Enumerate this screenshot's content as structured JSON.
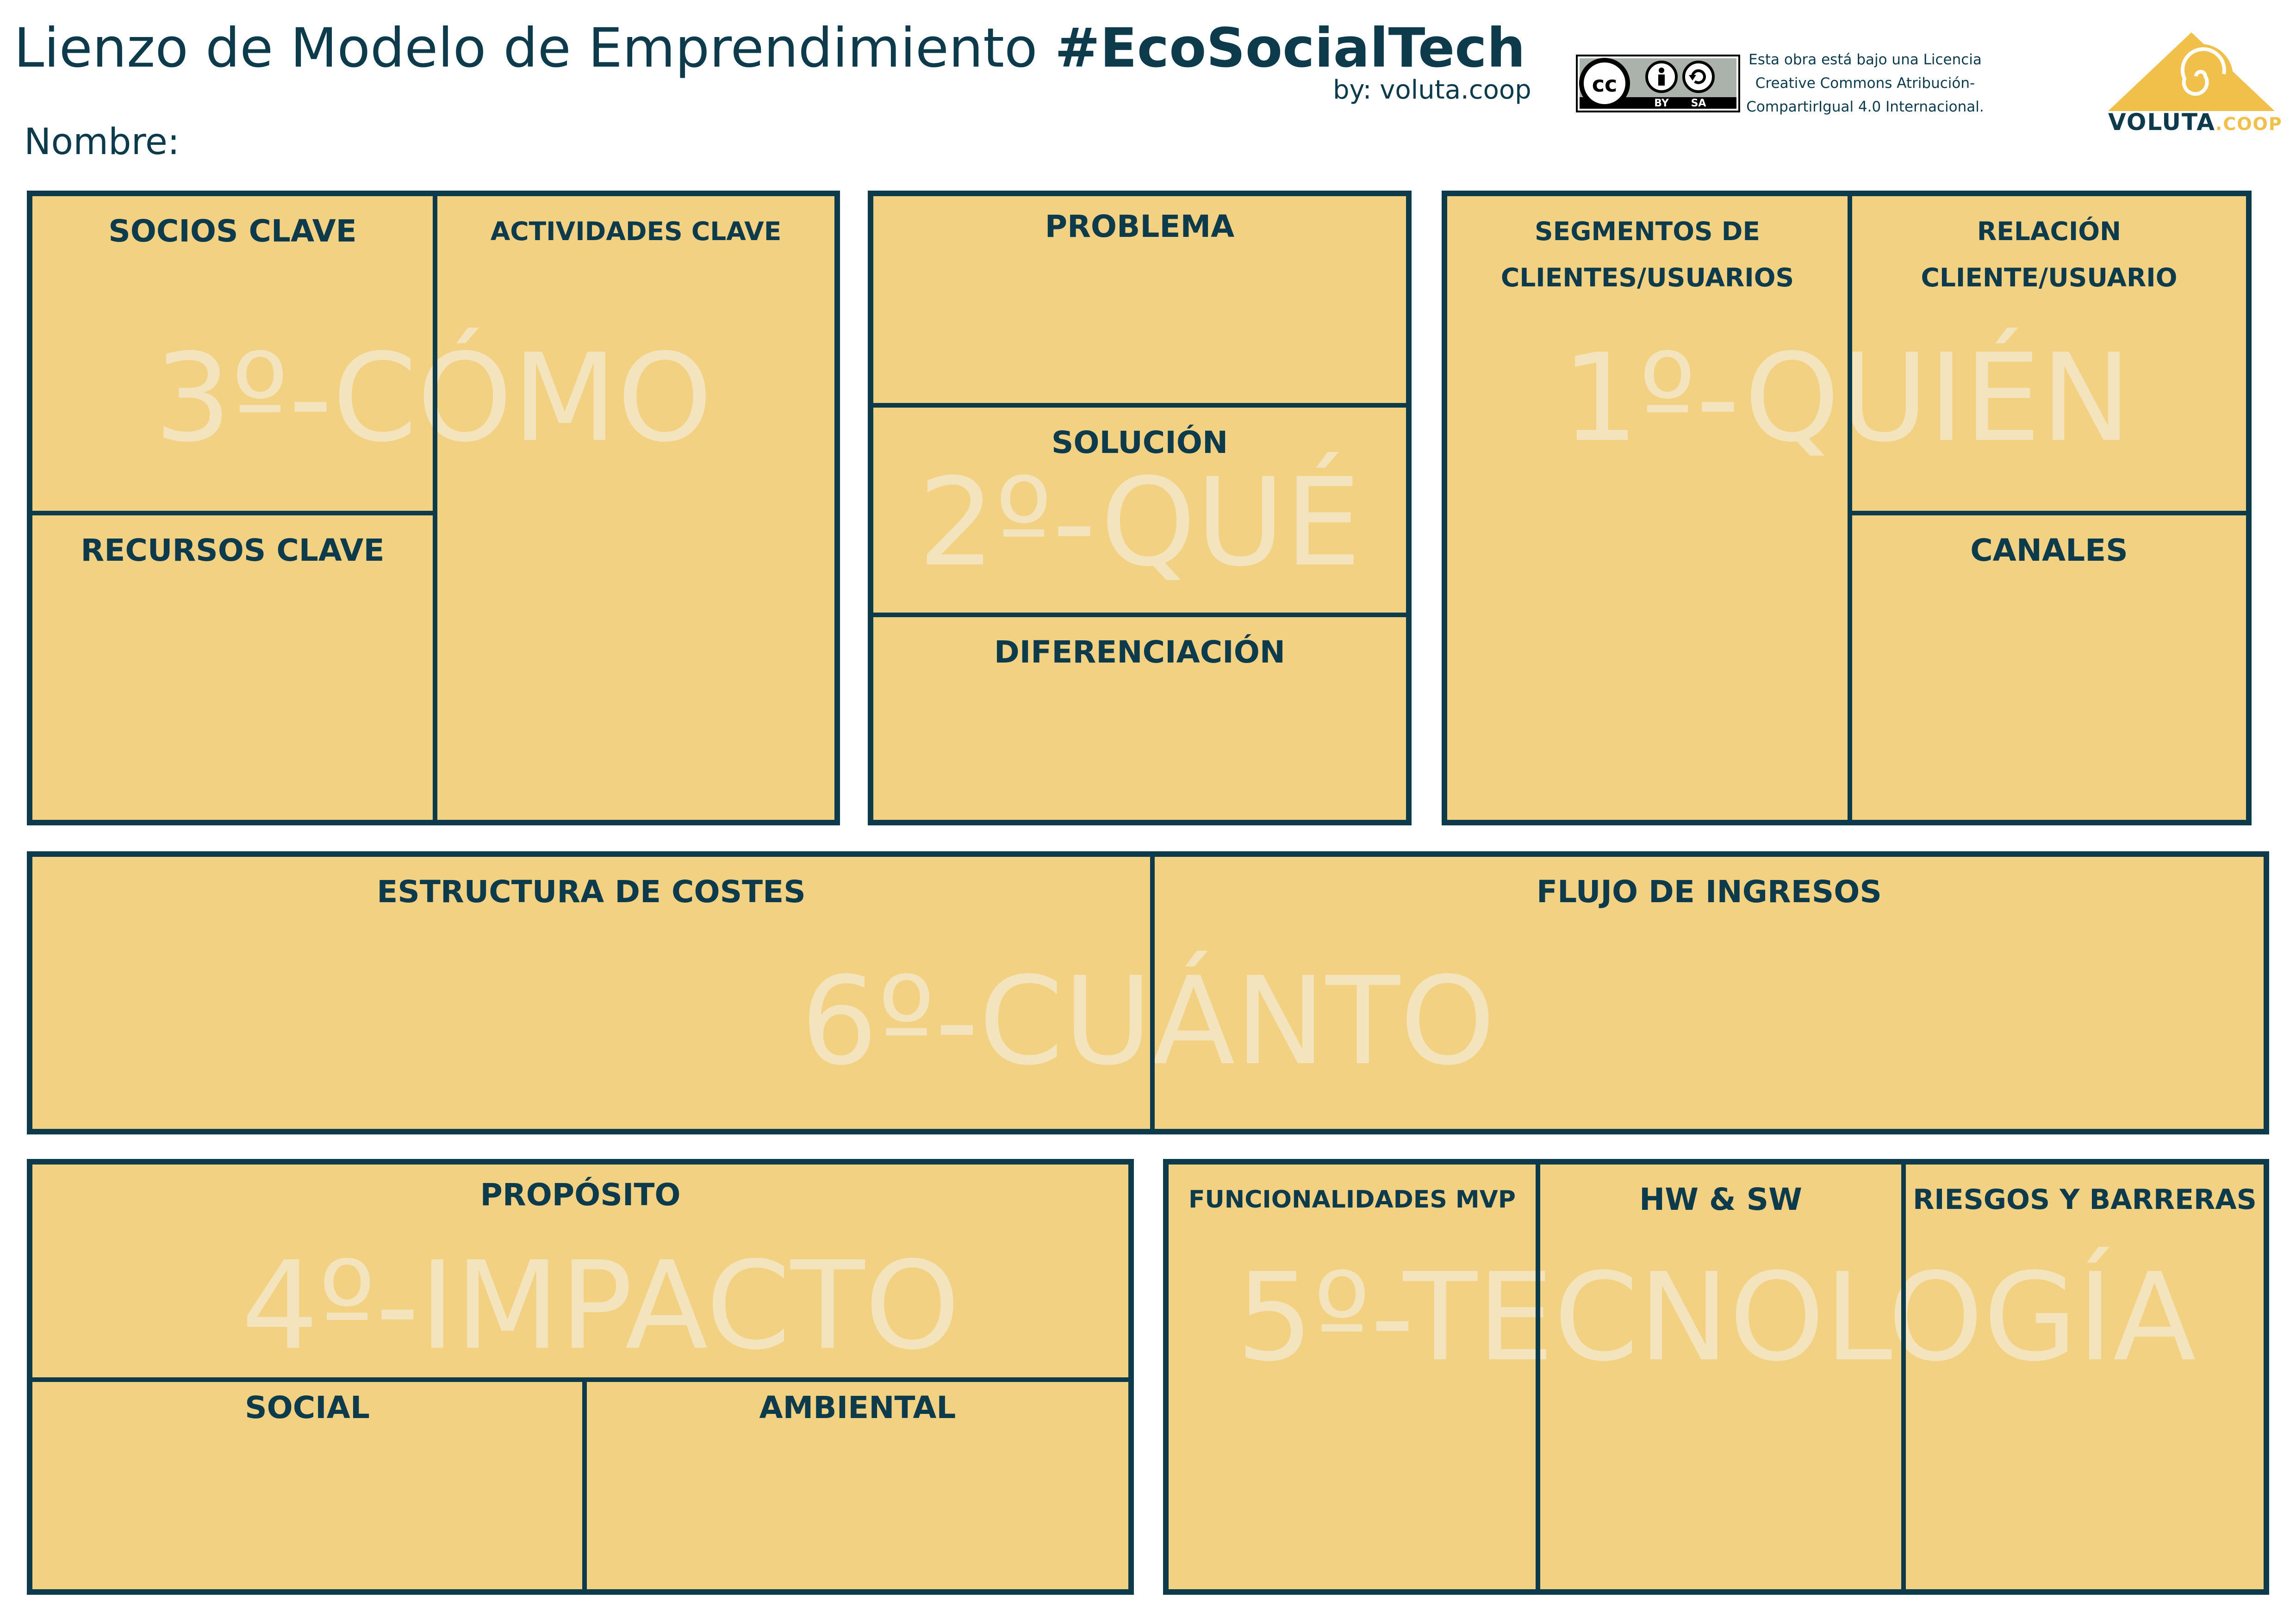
{
  "header": {
    "title_plain": "Lienzo de Modelo de Emprendimiento ",
    "title_tag": "#EcoSocialTech",
    "byline": "by: voluta.coop",
    "name_label": "Nombre:",
    "license_lines": [
      "Esta obra está bajo una Licencia",
      "Creative Commons Atribución-",
      "CompartirIgual 4.0 Internacional."
    ],
    "cc_badge": {
      "cc": "cc",
      "by": "BY",
      "sa": "SA"
    },
    "logo": {
      "name": "VOLUTA",
      "suffix": ".COOP",
      "icon": "spiral-shell-logo-icon"
    }
  },
  "colors": {
    "panel": "#f2d183",
    "border": "#0d3b4c",
    "watermark": "#f4e4bd",
    "brand": "#f0c04a"
  },
  "sections": {
    "como": {
      "watermark": "3º-CÓMO",
      "cells": {
        "socios": "SOCIOS CLAVE",
        "actividades": "ACTIVIDADES CLAVE",
        "recursos": "RECURSOS CLAVE"
      }
    },
    "que": {
      "watermark": "2º-QUÉ",
      "cells": {
        "problema": "PROBLEMA",
        "solucion": "SOLUCIÓN",
        "diferenciacion": "DIFERENCIACIÓN"
      }
    },
    "quien": {
      "watermark": "1º-QUIÉN",
      "cells": {
        "segmentos": [
          "SEGMENTOS DE",
          "CLIENTES/USUARIOS"
        ],
        "relacion": [
          "RELACIÓN",
          "CLIENTE/USUARIO"
        ],
        "canales": "CANALES"
      }
    },
    "cuanto": {
      "watermark": "6º-CUÁNTO",
      "cells": {
        "costes": "ESTRUCTURA DE COSTES",
        "ingresos": "FLUJO DE INGRESOS"
      }
    },
    "impacto": {
      "watermark": "4º-IMPACTO",
      "cells": {
        "proposito": "PROPÓSITO",
        "social": "SOCIAL",
        "ambiental": "AMBIENTAL"
      }
    },
    "tecnologia": {
      "watermark": "5º-TECNOLOGÍA",
      "cells": {
        "mvp": "FUNCIONALIDADES MVP",
        "hwsw": "HW & SW",
        "riesgos": "RIESGOS Y BARRERAS"
      }
    }
  }
}
